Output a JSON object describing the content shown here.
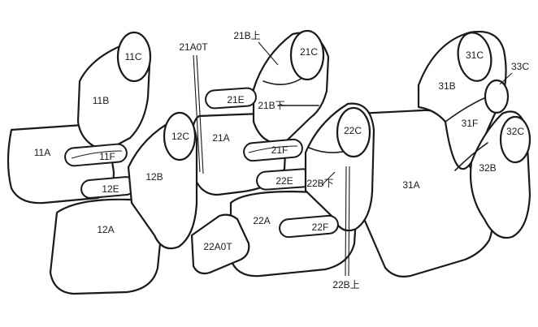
{
  "labels": {
    "l11C": "11C",
    "l11B": "11B",
    "l11A": "11A",
    "l11F": "11F",
    "l12E": "12E",
    "l12C": "12C",
    "l12B": "12B",
    "l12A": "12A",
    "l21A0T": "21A0T",
    "l21Bu": "21B上",
    "l21C": "21C",
    "l21E": "21E",
    "l21Bs": "21B下",
    "l21A": "21A",
    "l21F": "21F",
    "l22E": "22E",
    "l22C": "22C",
    "l22Bs": "22B下",
    "l22A": "22A",
    "l22F": "22F",
    "l22A0T": "22A0T",
    "l22Bu": "22B上",
    "l31C": "31C",
    "l33C": "33C",
    "l31B": "31B",
    "l31F": "31F",
    "l32C": "32C",
    "l32B": "32B",
    "l31A": "31A"
  },
  "colors": {
    "line": "#1a1a1a",
    "background": "#ffffff"
  }
}
